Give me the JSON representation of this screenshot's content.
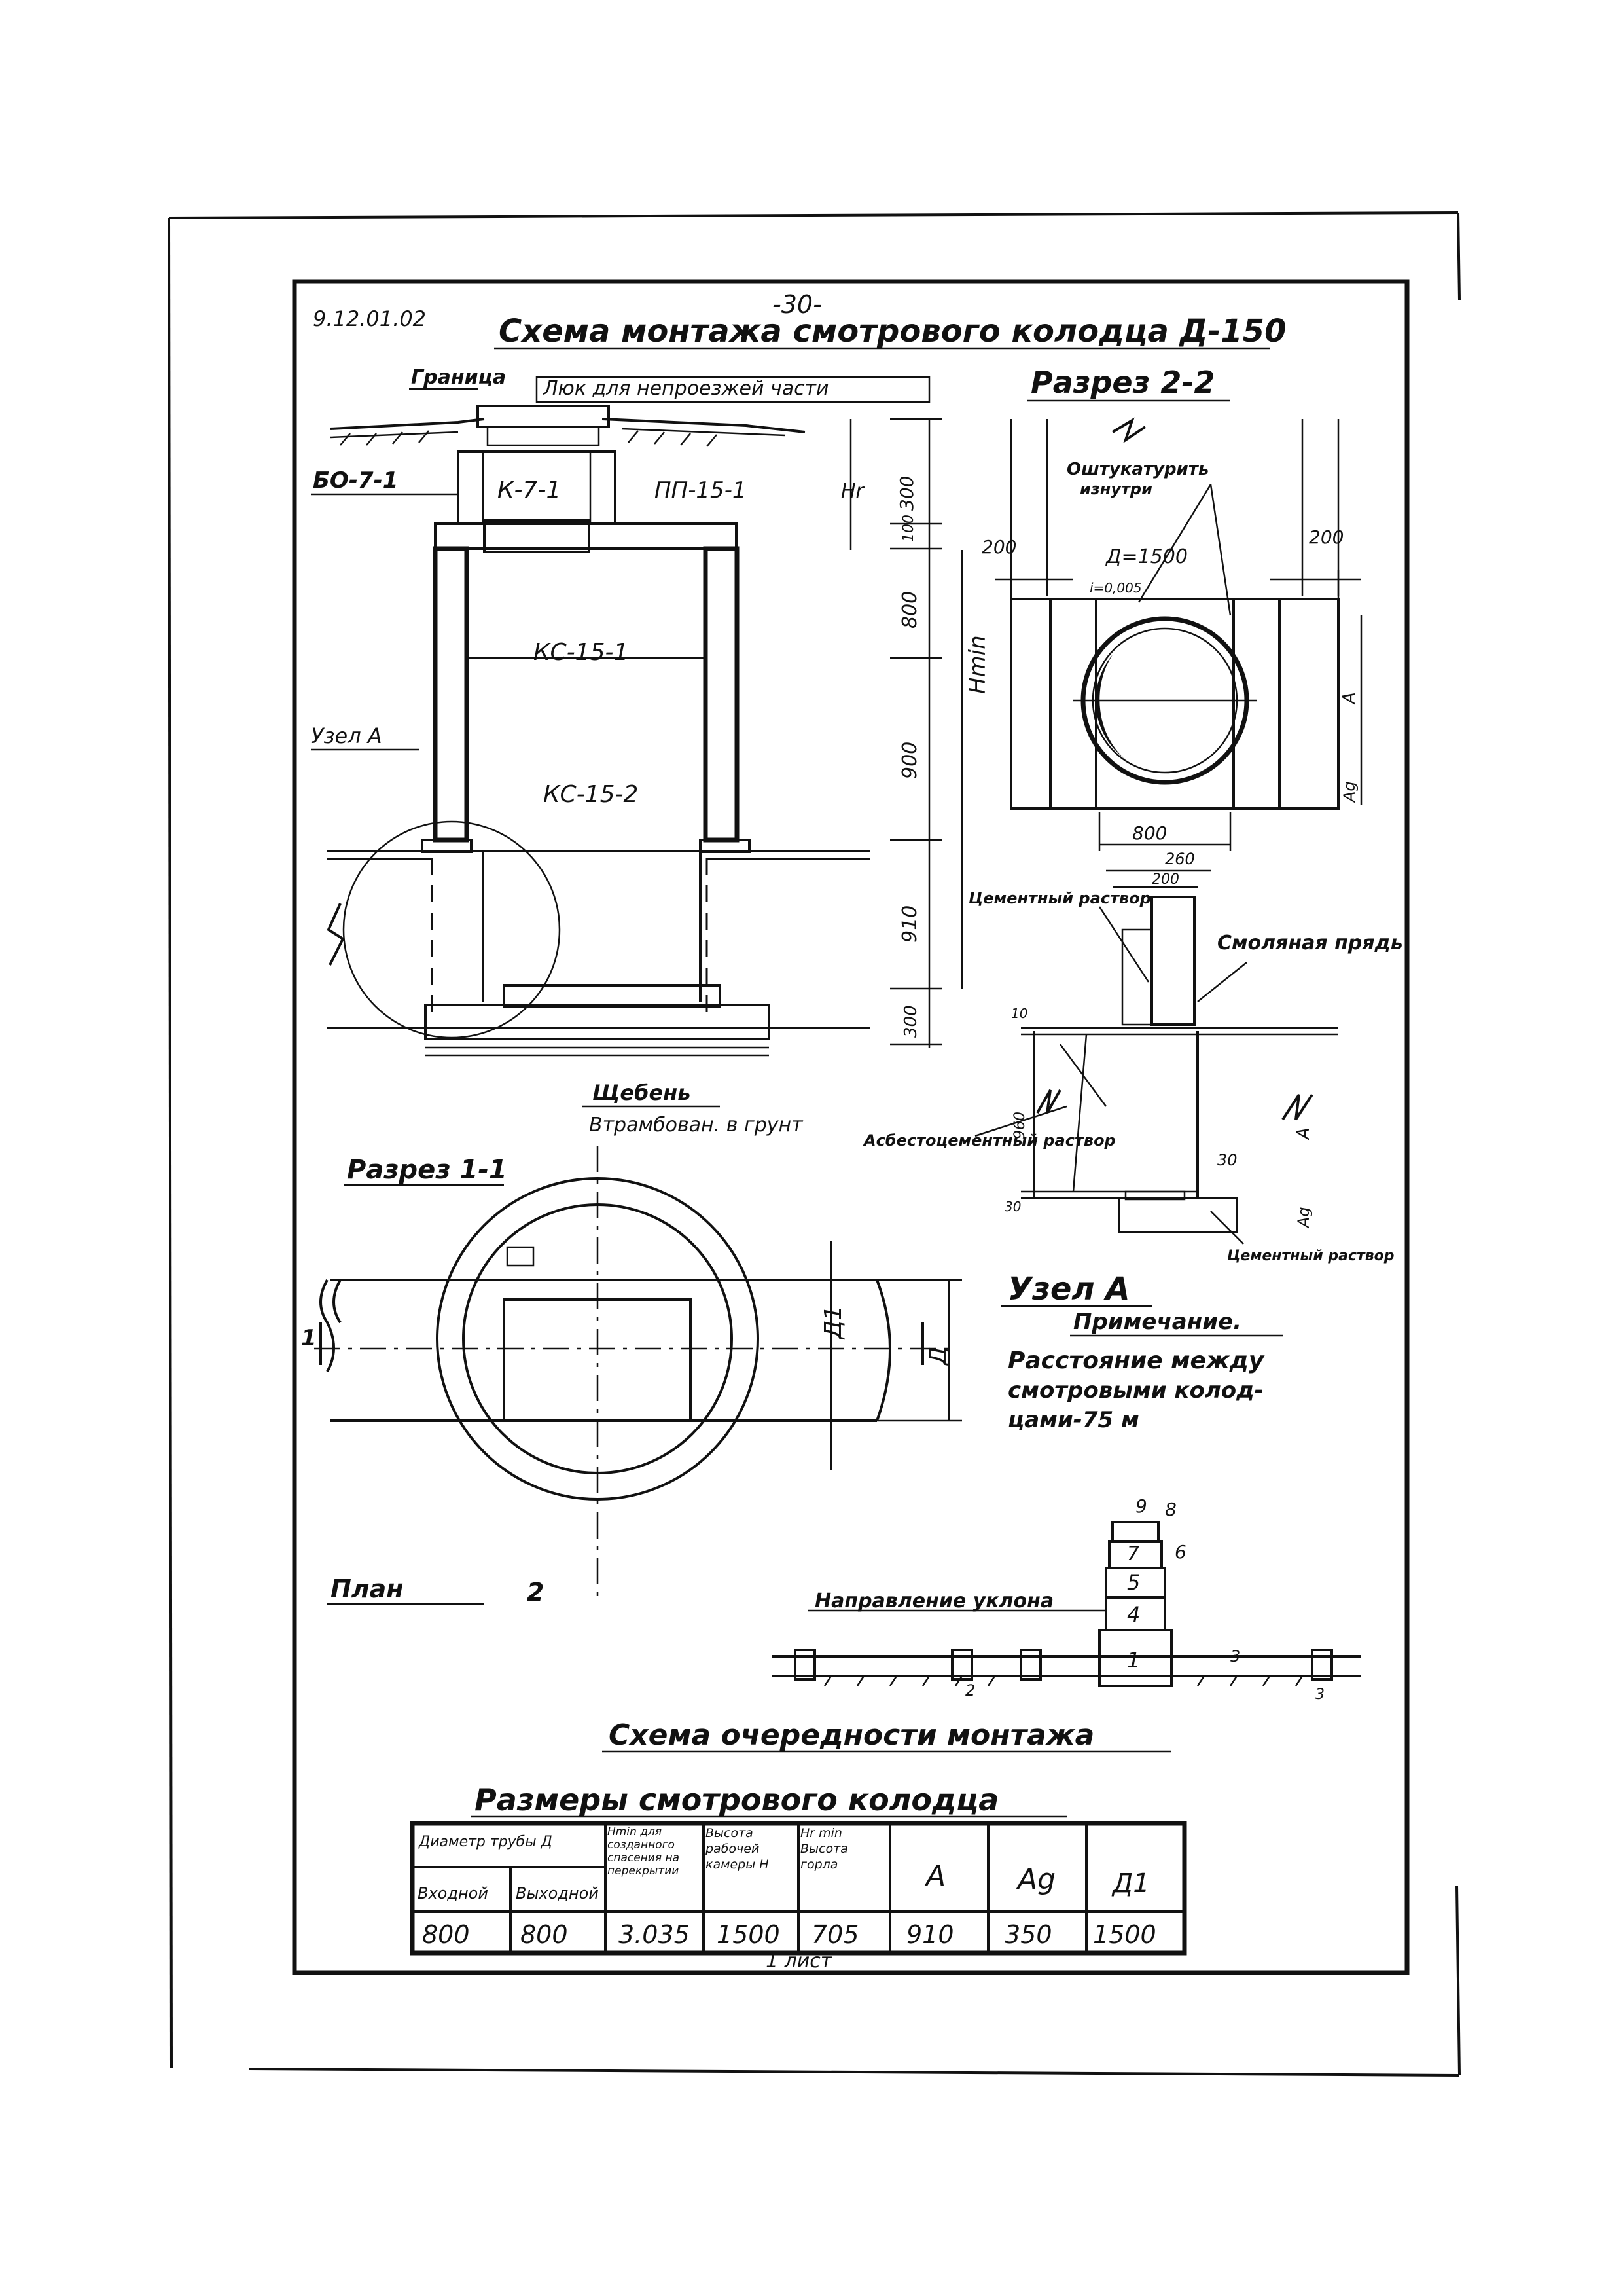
{
  "page_number": "-30-",
  "doc_code": "9.12.01.02",
  "title": "Схема монтажа смотрового колодца Д-150",
  "main_section": {
    "label_granitsa": "Граница",
    "label_lyuk": "Люк для непроезжей части",
    "label_bo": "БО-7-1",
    "label_k": "К-7-1",
    "label_pp": "ПП-15-1",
    "label_ks1": "КС-15-1",
    "label_ks2": "КС-15-2",
    "label_uzel": "Узел А",
    "label_hr": "Hr",
    "label_hmin": "Hmin",
    "label_shcheben": "Щебень",
    "label_vtrambovan": "Втрамбован. в грунт",
    "dims": [
      "300",
      "100",
      "800",
      "900",
      "910",
      "300"
    ]
  },
  "section_2_2": {
    "title": "Разрез 2-2",
    "note_1": "Оштукатурить",
    "note_2": "изнутри",
    "dim_d1500": "Д=1500",
    "dim_slope": "i=0,005",
    "dim_left": "200",
    "dim_right": "200",
    "dim_bottom": "800",
    "dim_a": "А",
    "dim_ad": "Аg"
  },
  "node_a": {
    "title": "Узел А",
    "label_cement": "Цементный раствор",
    "label_mastic": "Смоляная прядь",
    "label_asbest": "Асбестоцементный раствор",
    "label_cement2": "Цементный раствор",
    "dims": [
      "260",
      "200",
      "10",
      "960",
      "30",
      "30"
    ],
    "dim_a": "А",
    "dim_ad": "Аg"
  },
  "section_1_1": {
    "title": "Разрез 1-1",
    "plan_label": "План",
    "mark_2": "2",
    "mark_1": "1",
    "dim_d1": "Д1",
    "dim_d": "Д"
  },
  "notes": {
    "title": "Примечание.",
    "text_1": "Расстояние между",
    "text_2": "смотровыми колод-",
    "text_3": "цами-75 м"
  },
  "sequence": {
    "direction_label": "Направление уклона",
    "title": "Схема очередности монтажа",
    "numbers": [
      "1",
      "4",
      "5",
      "6",
      "7",
      "8",
      "9",
      "2",
      "3",
      "3"
    ]
  },
  "table": {
    "title": "Размеры смотрового колодца",
    "headers": {
      "diameter_group": "Диаметр трубы Д",
      "inlet": "Входной",
      "outlet": "Выходной",
      "hmin": "Hmin для созданного спасения на перекрытии",
      "h_working": "Высота рабочей камеры Н",
      "hr": "Hr min Высота горла",
      "a": "А",
      "ad": "Аg",
      "d1": "Д1"
    },
    "row": [
      "800",
      "800",
      "3.035",
      "1500",
      "705",
      "910",
      "350",
      "1500"
    ],
    "footer": "1 лист"
  }
}
